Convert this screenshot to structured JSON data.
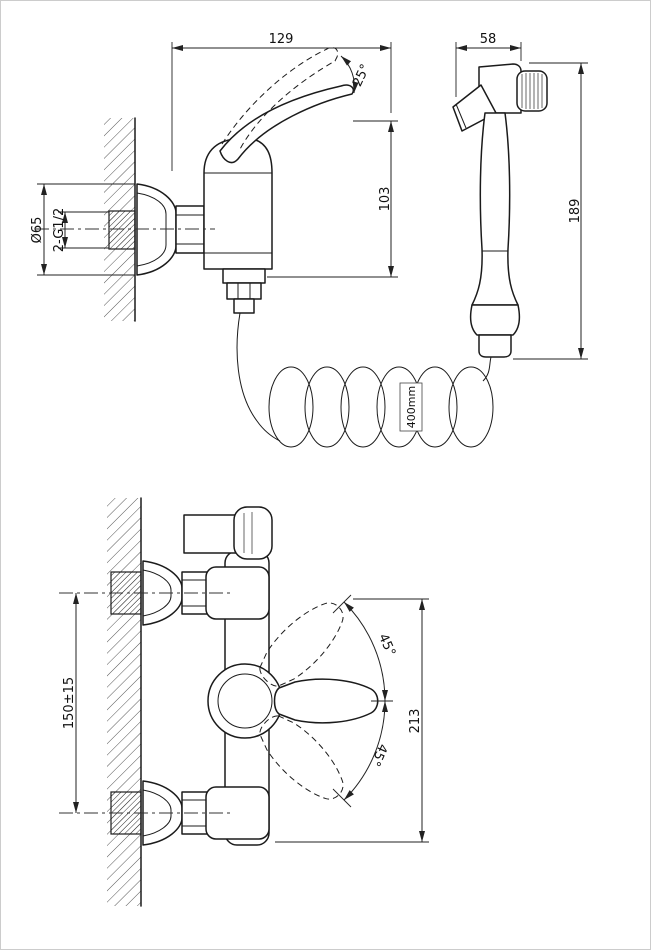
{
  "top_view": {
    "faucet_width": "129",
    "sprayer_head_width": "58",
    "handle_angle": "25°",
    "body_height": "103",
    "sprayer_height": "189",
    "flange_diameter": "Ø65",
    "thread_spec": "2-G1/2",
    "hose_label": "400mm"
  },
  "front_view": {
    "inlet_spacing": "150±15",
    "overall_height": "213",
    "swing_up": "45°",
    "swing_down": "45°"
  }
}
